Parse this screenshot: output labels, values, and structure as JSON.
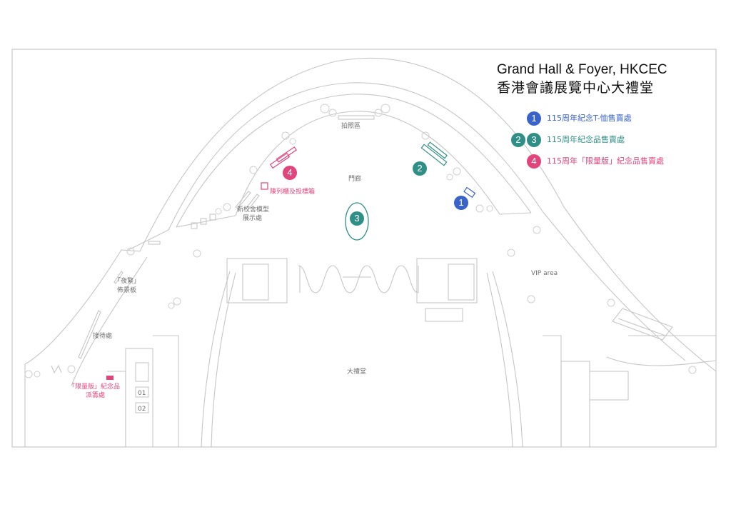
{
  "title": {
    "en": "Grand Hall & Foyer, HKCEC",
    "zh": "香港會議展覽中心大禮堂"
  },
  "colors": {
    "blue": "#3a63c9",
    "teal": "#2f8f86",
    "pink": "#e0457b",
    "line": "#c6c6c6"
  },
  "legend": [
    {
      "numbers": [
        "1"
      ],
      "color": "#3a63c9",
      "text": "115周年紀念T-恤售賣處"
    },
    {
      "numbers": [
        "2",
        "3"
      ],
      "color": "#2f8f86",
      "text": "115周年紀念品售賣處"
    },
    {
      "numbers": [
        "4"
      ],
      "color": "#e0457b",
      "text": "115周年「限量版」紀念品售賣處"
    }
  ],
  "markers": [
    {
      "number": "1",
      "color": "#3a63c9"
    },
    {
      "number": "2",
      "color": "#2f8f86"
    },
    {
      "number": "3",
      "color": "#2f8f86"
    },
    {
      "number": "4",
      "color": "#e0457b"
    }
  ],
  "labels": {
    "photo_area": "拍照區",
    "foyer": "門廊",
    "display_box": "陳列櫃及投標箱",
    "model_line1": "新校舍模型",
    "model_line2": "展示處",
    "vip": "VIP area",
    "night_line1": "「夜繁」",
    "night_line2": "佈景板",
    "reception": "接待處",
    "limited_line1": "「限量版」紀念品",
    "limited_line2": "派籌處",
    "grand_hall": "大禮堂",
    "lift_01": "01",
    "lift_02": "02"
  }
}
